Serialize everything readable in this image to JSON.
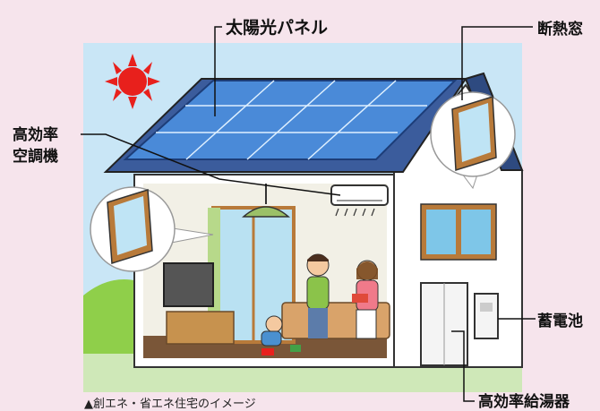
{
  "labels": {
    "solar_panel": "太陽光パネル",
    "insulated_window": "断熱窓",
    "ac_line1": "高効率",
    "ac_line2": "空調機",
    "storage_battery": "蓄電池",
    "water_heater": "高効率給湯器"
  },
  "caption": "▲創エネ・省エネ住宅のイメージ",
  "colors": {
    "background": "#f6e4ec",
    "sky": "#c9e6f6",
    "solar_panel": "#4a8ad8",
    "roof": "#3b5c9c",
    "sun": "#e8201c",
    "grass": "#8fcf4a"
  }
}
